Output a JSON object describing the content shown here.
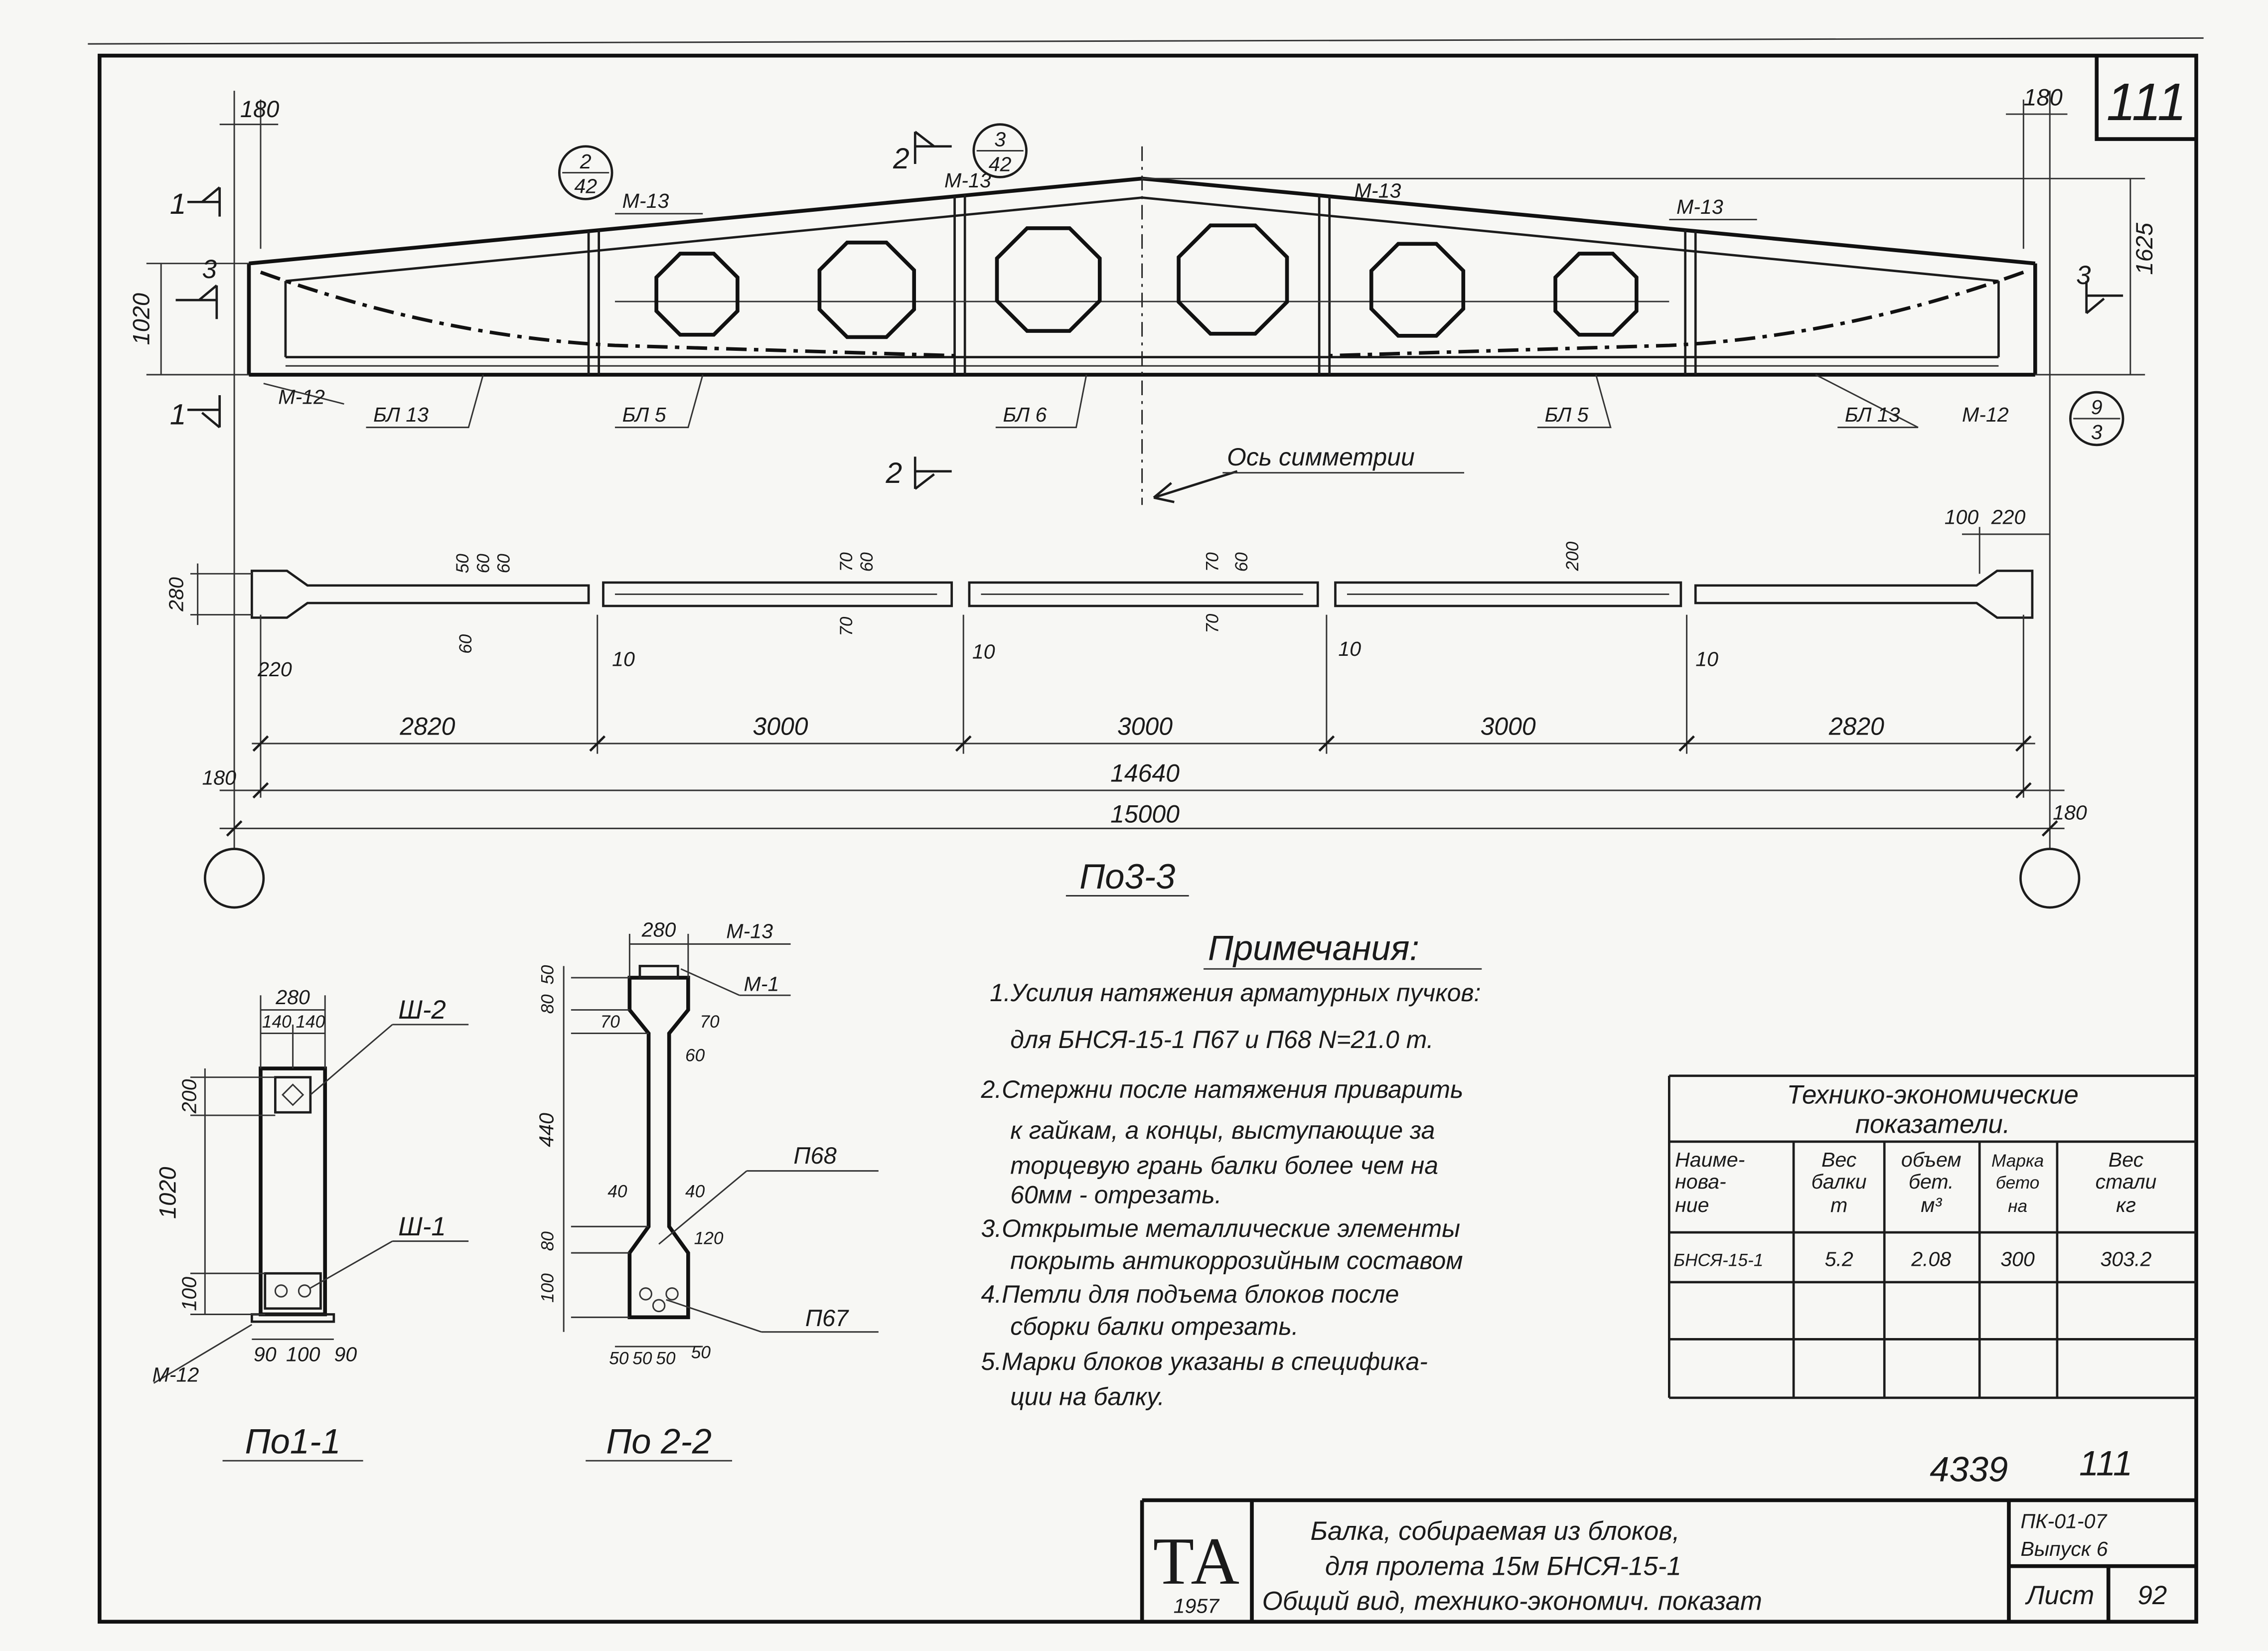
{
  "sheet": {
    "number": "111",
    "doc_number": "4339",
    "doc_sheet": "111"
  },
  "elevation": {
    "dim_top_left": "180",
    "dim_top_right": "180",
    "dim_height_end": "1020",
    "dim_height_mid": "1625",
    "section_marks": {
      "s1_top": "1",
      "s1_bottom": "1",
      "s3_left": "3",
      "s3_right": "3",
      "s2_top": "2",
      "s2_bottom": "2"
    },
    "callouts": [
      {
        "top": "2",
        "bottom": "42"
      },
      {
        "top": "3",
        "bottom": "42"
      },
      {
        "top": "9",
        "bottom": "3"
      }
    ],
    "marks": [
      "М-13",
      "М-13",
      "М-13",
      "М-13",
      "М-12",
      "М-12"
    ],
    "blocks": [
      "БЛ 13",
      "БЛ 5",
      "БЛ 6",
      "БЛ 5",
      "БЛ 13"
    ],
    "axis_label": "Ось симметрии"
  },
  "plan": {
    "title": "По3-3",
    "dims": [
      "280",
      "60",
      "50",
      "60",
      "60",
      "70",
      "60",
      "70",
      "70",
      "60",
      "70",
      "200",
      "100",
      "220",
      "220"
    ],
    "gaps": [
      "10",
      "10",
      "10",
      "10"
    ],
    "spans": [
      "2820",
      "3000",
      "3000",
      "3000",
      "2820"
    ],
    "end_left": "180",
    "end_right": "180",
    "inner_length": "14640",
    "span": "15000"
  },
  "section_1": {
    "title": "По1-1",
    "width": "280",
    "half_left": "140",
    "half_right": "140",
    "plate_top": "Ш-2",
    "plate_bottom": "Ш-1",
    "dim_top": "200",
    "dim_height": "1020",
    "dim_bottom": "100",
    "bottom_dims": [
      "90",
      "100",
      "90"
    ],
    "mark": "М-12"
  },
  "section_2": {
    "title": "По 2-2",
    "width": "280",
    "mark_top": "М-13",
    "mark_insert": "М-1",
    "dims": [
      "50",
      "80",
      "70",
      "70",
      "60",
      "40",
      "40",
      "440",
      "120",
      "80",
      "100",
      "50",
      "50",
      "50",
      "50"
    ],
    "tendon_top": "П68",
    "tendon_bottom": "П67"
  },
  "notes": {
    "title": "Примечания:",
    "lines": [
      "1.Усилия натяжения арматурных пучков:",
      "для БНСЯ-15-1 П67 и П68 N=21.0 т.",
      "2.Стержни после натяжения приварить",
      "к гайкам, а концы, выступающие за",
      "торцевую грань балки более чем на",
      "60мм - отрезать.",
      "3.Открытые металлические элементы",
      "покрыть антикоррозийным составом",
      "4.Петли для подъема блоков после",
      "сборки балки отрезать.",
      "5.Марки блоков указаны в специфика-",
      "ции на балку."
    ]
  },
  "table": {
    "title_line1": "Технико-экономические",
    "title_line2": "показатели.",
    "headers": [
      [
        "Наиме-",
        "нова-",
        "ние"
      ],
      [
        "Вес",
        "балки",
        "т"
      ],
      [
        "объем",
        "бет.",
        "м³"
      ],
      [
        "Марка",
        "бето",
        "на"
      ],
      [
        "Вес",
        "стали",
        "кг"
      ]
    ],
    "rows": [
      [
        "БНСЯ-15-1",
        "5.2",
        "2.08",
        "300",
        "303.2"
      ]
    ]
  },
  "title_block": {
    "logo": "ТА",
    "year": "1957",
    "line1": "Балка, собираемая из блоков,",
    "line2": "для пролета 15м БНСЯ-15-1",
    "line3": "Общий вид, технико-экономич. показат",
    "series": "ПК-01-07",
    "issue": "Выпуск 6",
    "sheet_label": "Лист",
    "sheet_no": "92"
  }
}
